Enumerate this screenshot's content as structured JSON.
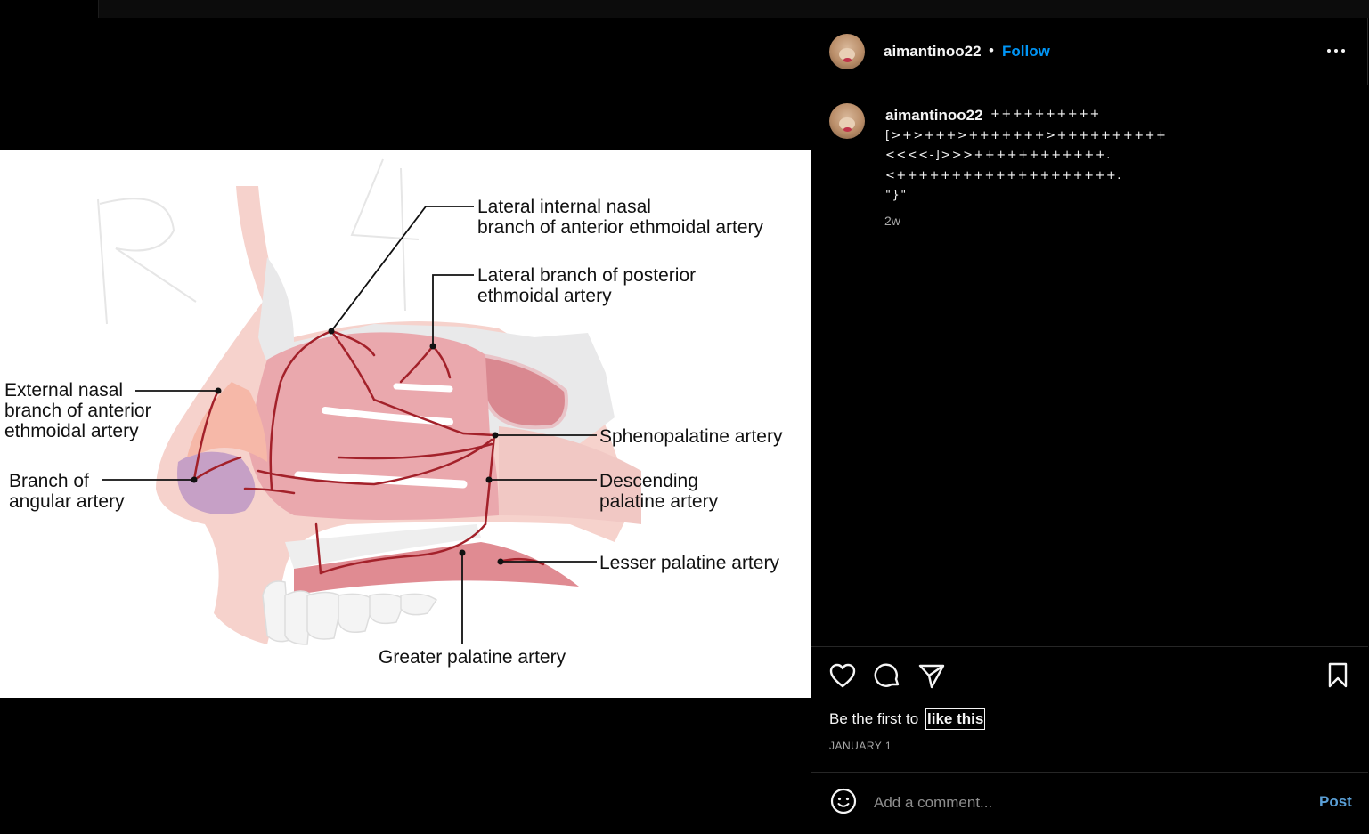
{
  "post": {
    "username": "aimantinoo22",
    "separator": "•",
    "follow_label": "Follow",
    "more_icon": "more-horizontal-icon"
  },
  "caption": {
    "username": "aimantinoo22",
    "first_line": "++++++++++",
    "lines": [
      "[>+>+++>+++++++>++++++++++",
      "<<<<-]>>>++++++++++++.",
      "<++++++++++++++++++++.",
      "\"}\""
    ],
    "time": "2w"
  },
  "image": {
    "labels": {
      "lateral_internal_1": "Lateral internal nasal",
      "lateral_internal_2": "branch of anterior ethmoidal artery",
      "lateral_posterior_1": "Lateral branch of posterior",
      "lateral_posterior_2": "ethmoidal artery",
      "external_nasal_1": "External nasal",
      "external_nasal_2": "branch of anterior",
      "external_nasal_3": "ethmoidal artery",
      "angular_1": "Branch of",
      "angular_2": "angular artery",
      "sphenopalatine": "Sphenopalatine artery",
      "descending_1": "Descending",
      "descending_2": "palatine artery",
      "lesser_palatine": "Lesser palatine artery",
      "greater_palatine": "Greater palatine artery"
    }
  },
  "actions": {
    "like_icon": "heart-icon",
    "comment_icon": "comment-icon",
    "share_icon": "send-icon",
    "save_icon": "bookmark-icon",
    "likes_prefix": "Be the first to",
    "likes_link": "like this",
    "date": "JANUARY 1"
  },
  "comment": {
    "emoji_icon": "emoji-icon",
    "placeholder": "Add a comment...",
    "post_label": "Post"
  },
  "colors": {
    "accent": "#0095f6",
    "artery": "#a3212a",
    "background": "#000000"
  }
}
